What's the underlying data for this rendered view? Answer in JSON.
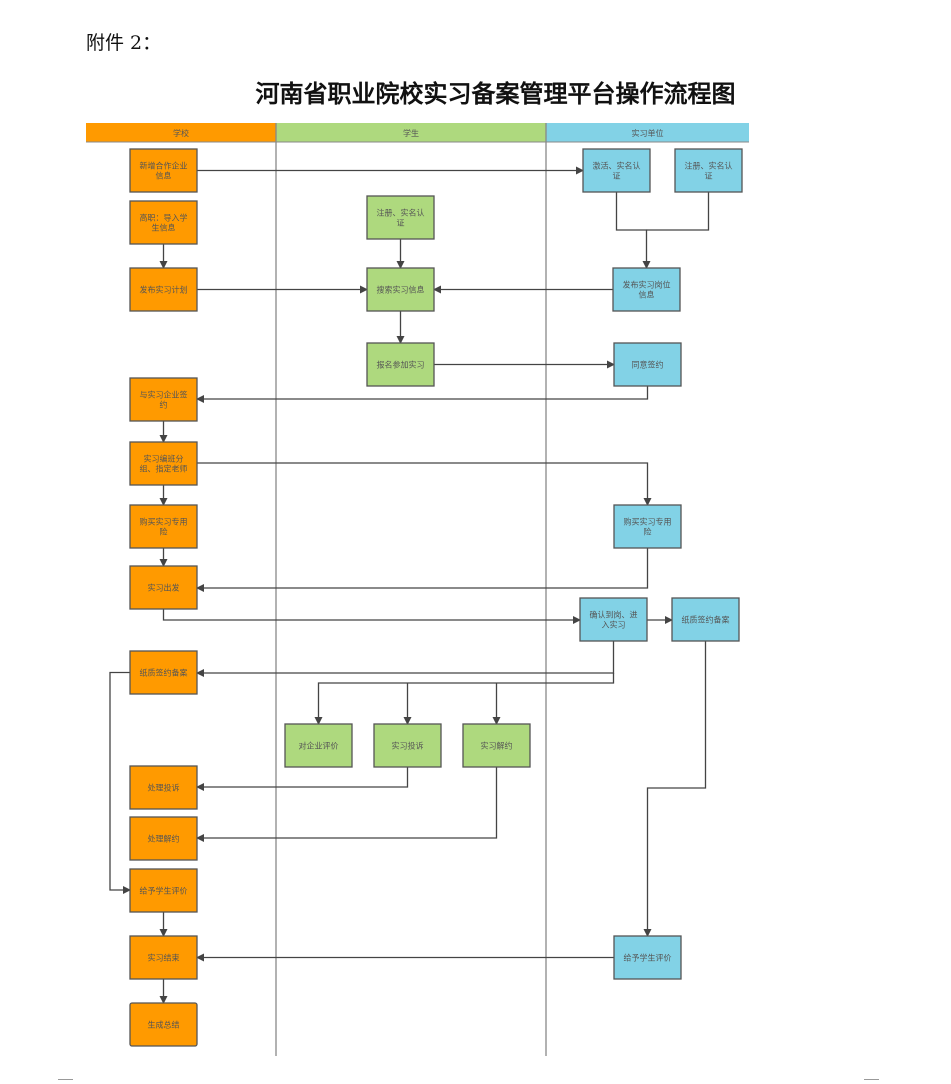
{
  "header": {
    "attachment_label": "附件 2：",
    "title": "河南省职业院校实习备案管理平台操作流程图"
  },
  "colors": {
    "school": "#FF9A00",
    "student": "#AED97E",
    "company": "#82D2E6",
    "line": "#444444",
    "lane_divider": "#888888"
  },
  "lanes": [
    {
      "id": "school",
      "label": "学校"
    },
    {
      "id": "student",
      "label": "学生"
    },
    {
      "id": "company",
      "label": "实习单位"
    }
  ],
  "nodes": [
    {
      "id": "s1",
      "lane": "school",
      "lines": [
        "新增合作企业",
        "信息"
      ]
    },
    {
      "id": "s2",
      "lane": "school",
      "lines": [
        "高职：导入学",
        "生信息"
      ]
    },
    {
      "id": "s3",
      "lane": "school",
      "lines": [
        "发布实习计划"
      ]
    },
    {
      "id": "s4",
      "lane": "school",
      "lines": [
        "与实习企业签",
        "约"
      ]
    },
    {
      "id": "s5",
      "lane": "school",
      "lines": [
        "实习编班分",
        "组、指定老师"
      ]
    },
    {
      "id": "s6",
      "lane": "school",
      "lines": [
        "购买实习专用",
        "险"
      ]
    },
    {
      "id": "s7",
      "lane": "school",
      "lines": [
        "实习出发"
      ]
    },
    {
      "id": "s8",
      "lane": "school",
      "lines": [
        "纸质签约备案"
      ]
    },
    {
      "id": "s9",
      "lane": "school",
      "lines": [
        "处理投诉"
      ]
    },
    {
      "id": "s10",
      "lane": "school",
      "lines": [
        "处理解约"
      ]
    },
    {
      "id": "s11",
      "lane": "school",
      "lines": [
        "给予学生评价"
      ]
    },
    {
      "id": "s12",
      "lane": "school",
      "lines": [
        "实习结束"
      ]
    },
    {
      "id": "s13",
      "lane": "school",
      "lines": [
        "生成总结"
      ]
    },
    {
      "id": "t1",
      "lane": "student",
      "lines": [
        "注册、实名认",
        "证"
      ]
    },
    {
      "id": "t2",
      "lane": "student",
      "lines": [
        "搜索实习信息"
      ]
    },
    {
      "id": "t3",
      "lane": "student",
      "lines": [
        "报名参加实习"
      ]
    },
    {
      "id": "t4",
      "lane": "student",
      "lines": [
        "对企业评价"
      ]
    },
    {
      "id": "t5",
      "lane": "student",
      "lines": [
        "实习投诉"
      ]
    },
    {
      "id": "t6",
      "lane": "student",
      "lines": [
        "实习解约"
      ]
    },
    {
      "id": "c1",
      "lane": "company",
      "lines": [
        "激活、实名认",
        "证"
      ]
    },
    {
      "id": "c2",
      "lane": "company",
      "lines": [
        "注册、实名认",
        "证"
      ]
    },
    {
      "id": "c3",
      "lane": "company",
      "lines": [
        "发布实习岗位",
        "信息"
      ]
    },
    {
      "id": "c4",
      "lane": "company",
      "lines": [
        "同意签约"
      ]
    },
    {
      "id": "c5",
      "lane": "company",
      "lines": [
        "购买实习专用",
        "险"
      ]
    },
    {
      "id": "c6",
      "lane": "company",
      "lines": [
        "确认到岗、进",
        "入实习"
      ]
    },
    {
      "id": "c7",
      "lane": "company",
      "lines": [
        "纸质签约备案"
      ]
    },
    {
      "id": "c8",
      "lane": "company",
      "lines": [
        "给予学生评价"
      ]
    }
  ],
  "edges": [
    {
      "from": "s1",
      "to": "c1"
    },
    {
      "from": "s2",
      "to": "s3"
    },
    {
      "from": "s3",
      "to": "t2"
    },
    {
      "from": "t1",
      "to": "t2"
    },
    {
      "from": "c1",
      "to": "c3"
    },
    {
      "from": "c2",
      "to": "c3"
    },
    {
      "from": "c3",
      "to": "t2"
    },
    {
      "from": "t2",
      "to": "t3"
    },
    {
      "from": "t3",
      "to": "c4"
    },
    {
      "from": "c4",
      "to": "s4"
    },
    {
      "from": "s4",
      "to": "s5"
    },
    {
      "from": "s5",
      "to": "s6"
    },
    {
      "from": "s5",
      "to": "c5"
    },
    {
      "from": "s6",
      "to": "s7"
    },
    {
      "from": "c5",
      "to": "s7"
    },
    {
      "from": "s7",
      "to": "c6"
    },
    {
      "from": "c6",
      "to": "c7"
    },
    {
      "from": "c6",
      "to": "s8"
    },
    {
      "from": "c6",
      "to": "t4"
    },
    {
      "from": "c6",
      "to": "t5"
    },
    {
      "from": "c6",
      "to": "t6"
    },
    {
      "from": "t5",
      "to": "s9"
    },
    {
      "from": "t6",
      "to": "s10"
    },
    {
      "from": "s8",
      "to": "s11"
    },
    {
      "from": "c7",
      "to": "c8"
    },
    {
      "from": "s11",
      "to": "s12"
    },
    {
      "from": "c8",
      "to": "s12"
    },
    {
      "from": "s12",
      "to": "s13"
    }
  ]
}
